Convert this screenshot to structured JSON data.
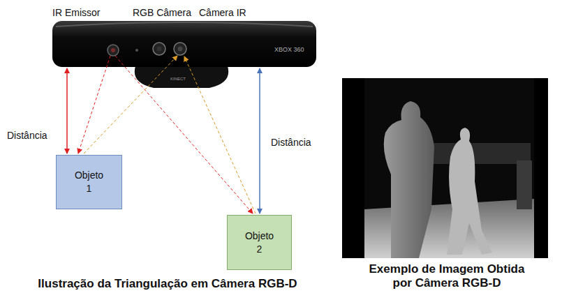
{
  "diagram": {
    "nodes": [
      {
        "text": [
          "Objeto 1"
        ]
      },
      {
        "text": [
          "Objeto 2"
        ]
      }
    ],
    "labels": [
      "IR Emissor",
      "RGB Câmera",
      "Câmera IR",
      "XBOX 360",
      "KINECT",
      "Distância",
      "Distância",
      "Ilustração da Triangulação em Câmera RGB-D",
      "Exemplo de Imagem Obtida por Câmera RGB-D"
    ]
  }
}
